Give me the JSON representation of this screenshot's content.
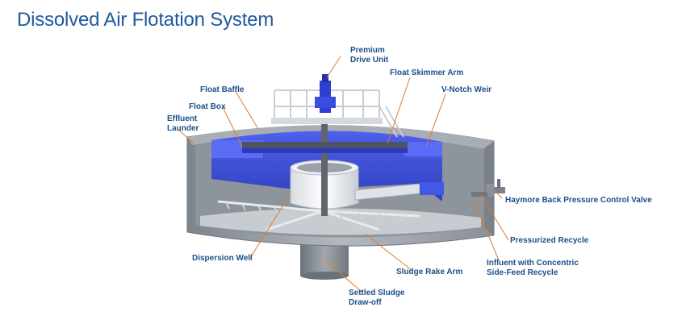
{
  "title": "Dissolved Air Flotation System",
  "labels": {
    "premium_drive_unit": [
      "Premium",
      "Drive Unit"
    ],
    "float_skimmer_arm": "Float Skimmer Arm",
    "v_notch_weir": "V-Notch Weir",
    "float_baffle": "Float Baffle",
    "float_box": "Float Box",
    "effluent_launder": [
      "Effluent",
      "Launder"
    ],
    "haymore_valve": "Haymore Back Pressure Control Valve",
    "pressurized_recycle": "Pressurized Recycle",
    "influent": [
      "Influent with Concentric",
      "Side-Feed Recycle"
    ],
    "sludge_rake_arm": "Sludge Rake Arm",
    "dispersion_well": "Dispersion Well",
    "settled_sludge": [
      "Settled Sludge",
      "Draw-off"
    ]
  },
  "colors": {
    "title": "#1f5a9c",
    "label": "#1c4f8a",
    "leader": "#e07b2a",
    "water": "#3b4fd8",
    "concrete": "#9aa0a8"
  }
}
